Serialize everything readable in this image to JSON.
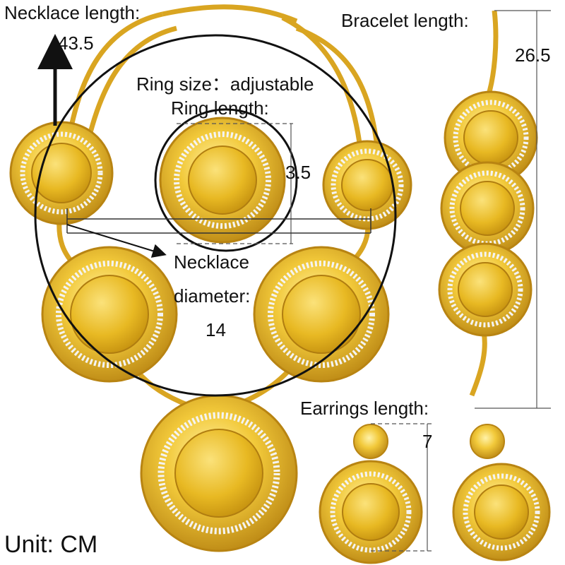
{
  "labels": {
    "necklace_length_title": "Necklace length:",
    "necklace_length_value": "43.5",
    "ring_size": "Ring size：adjustable",
    "ring_length_title": "Ring length:",
    "ring_length_value": "3.5",
    "necklace_diameter_line1": "Necklace",
    "necklace_diameter_line2": "diameter:",
    "necklace_diameter_value": "14",
    "bracelet_length_title": "Bracelet length:",
    "bracelet_length_value": "26.5",
    "earrings_length_title": "Earrings length:",
    "earrings_length_value": "7",
    "unit": "Unit: CM"
  },
  "colors": {
    "gold": "#e8b923",
    "gold_light": "#fbe27a",
    "gold_dark": "#b07d10",
    "rhinestone": "#f4f4f4",
    "line": "#111111",
    "guide": "#777777"
  }
}
